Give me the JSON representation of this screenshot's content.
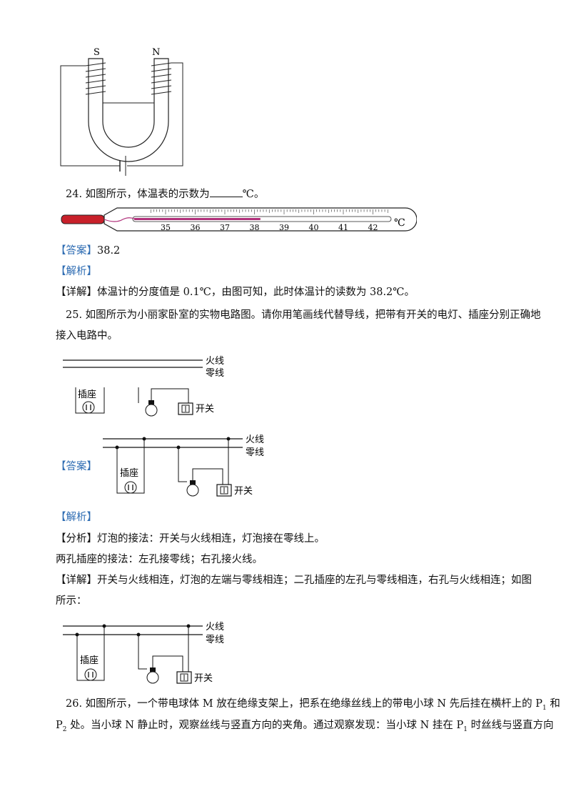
{
  "magnet_fig": {
    "pole_s": "S",
    "pole_n": "N"
  },
  "q24": {
    "question_prefix": "24. 如图所示，体温表的示数为",
    "question_suffix": "℃。",
    "thermo": {
      "ticks": [
        "35",
        "36",
        "37",
        "38",
        "39",
        "40",
        "41",
        "42"
      ],
      "unit": "℃",
      "reading": 38.2
    },
    "answer_tag": "【答案】",
    "answer_value": "38.2",
    "analysis_tag": "【解析】",
    "detail_tag": "【详解】",
    "detail_text": "体温计的分度值是 0.1℃，由图可知，此时体温计的读数为 38.2℃。"
  },
  "q25": {
    "question_line1": "25. 如图所示为小丽家卧室的实物电路图。请你用笔画线代替导线，把带有开关的电灯、插座分别正确地",
    "question_line2": "接入电路中。",
    "circuit": {
      "live": "火线",
      "neutral": "零线",
      "socket": "插座",
      "switch": "开关"
    },
    "answer_tag": "【答案】",
    "analysis_tag": "【解析】",
    "fenxi_tag": "【分析】",
    "fenxi_text": "灯泡的接法：开关与火线相连，灯泡接在零线上。",
    "socket_text": "两孔插座的接法：左孔接零线；右孔接火线。",
    "detail_tag": "【详解】",
    "detail_line1": "开关与火线相连，灯泡的左端与零线相连；二孔插座的左孔与零线相连，右孔与火线相连；如图",
    "detail_line2": "所示："
  },
  "q26": {
    "line1_a": "26. 如图所示，一个带电球体 M 放在绝缘支架上，把系在绝缘丝线上的带电小球 N 先后挂在横杆上的 P",
    "sub1": "1",
    "line1_b": " 和",
    "line2_a": "P",
    "sub2": "2",
    "line2_b": " 处。当小球 N 静止时，观察丝线与竖直方向的夹角。通过观察发现：当小球 N 挂在 P",
    "sub3": "1",
    "line2_c": " 时丝线与竖直方向"
  }
}
